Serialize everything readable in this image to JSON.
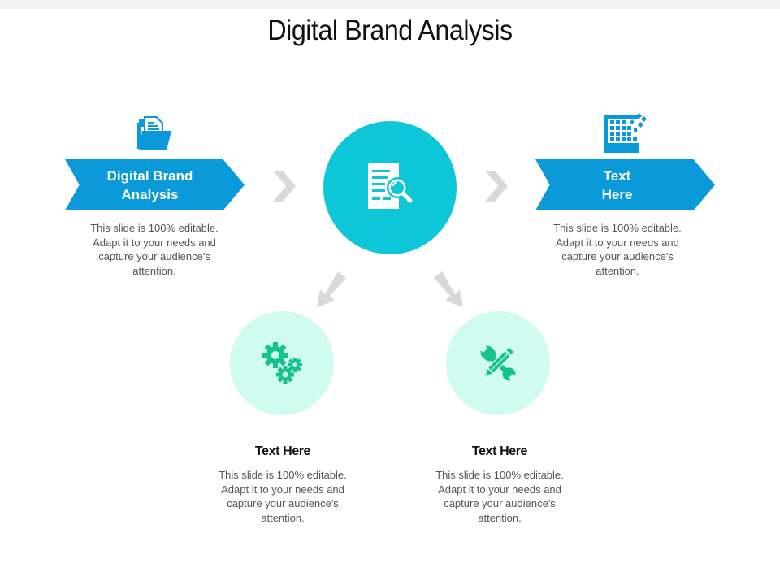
{
  "slide": {
    "title": "Digital Brand Analysis",
    "colors": {
      "banner_blue": "#0a9ad9",
      "main_circle_teal": "#0dc6d8",
      "small_circle_mint": "#d0fbef",
      "icon_green": "#14c48a",
      "arrow_gray": "#d9d9d9",
      "text_gray": "#555555"
    }
  },
  "left_step": {
    "icon": "folder-document-icon",
    "banner_line1": "Digital Brand",
    "banner_line2": "Analysis",
    "description": "This slide is 100% editable. Adapt it to your needs and capture your audience's attention."
  },
  "center": {
    "icon": "document-search-icon"
  },
  "right_step": {
    "icon": "data-grid-icon",
    "banner_line1": "Text",
    "banner_line2": "Here",
    "description": "This slide is 100% editable. Adapt it to your needs and capture your audience's attention."
  },
  "bottom_left": {
    "icon": "gears-icon",
    "title": "Text Here",
    "description": "This slide is 100% editable. Adapt it to your needs and capture your audience's attention."
  },
  "bottom_right": {
    "icon": "pencil-wrench-icon",
    "title": "Text Here",
    "description": "This slide is 100% editable. Adapt it to your needs and capture your audience's attention."
  }
}
